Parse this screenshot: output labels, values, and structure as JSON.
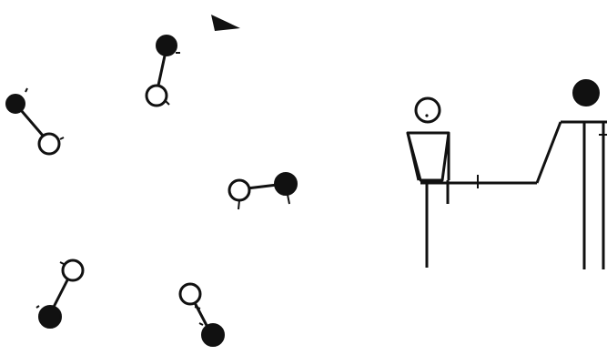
{
  "diagram": {
    "description_visible_text": [],
    "colors": {
      "background": "#ffffff",
      "ink": "#111111",
      "hollow_fill": "#ffffff"
    },
    "left_scene": {
      "rotation_arrow": {
        "icon": "curved-arrow-icon",
        "direction": "clockwise"
      },
      "dumbbell_pairs": [
        {
          "id": "pair-1",
          "icon": "dumbbell-icon"
        },
        {
          "id": "pair-2",
          "icon": "dumbbell-icon"
        },
        {
          "id": "pair-3",
          "icon": "dumbbell-icon"
        },
        {
          "id": "pair-4",
          "icon": "dumbbell-icon"
        },
        {
          "id": "pair-5",
          "icon": "dumbbell-icon"
        }
      ]
    },
    "right_scene": {
      "figures": [
        {
          "id": "figure-hollow-head",
          "icon": "stick-figure-icon"
        },
        {
          "id": "figure-filled-head",
          "icon": "stick-figure-icon"
        }
      ],
      "handshake": {
        "icon": "joined-arms-icon"
      }
    }
  }
}
